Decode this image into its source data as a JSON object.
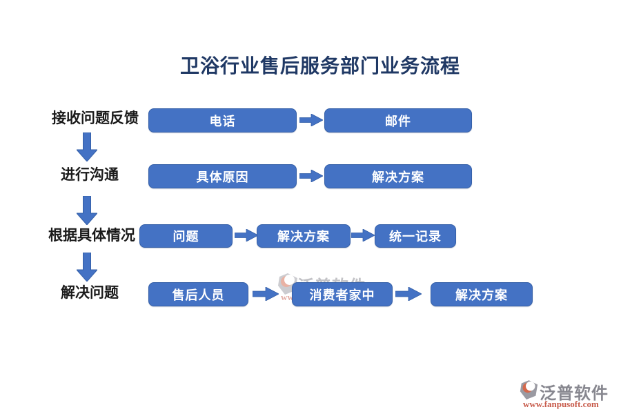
{
  "title": "卫浴行业售后服务部门业务流程",
  "flow": {
    "rows": [
      {
        "label": "接收问题反馈",
        "boxes": [
          "电话",
          "邮件"
        ]
      },
      {
        "label": "进行沟通",
        "boxes": [
          "具体原因",
          "解决方案"
        ]
      },
      {
        "label": "根据具体情况",
        "boxes": [
          "问题",
          "解决方案",
          "统一记录"
        ]
      },
      {
        "label": "解决问题",
        "boxes": [
          "售后人员",
          "消费者家中",
          "解决方案"
        ]
      }
    ]
  },
  "watermark": {
    "brand": "泛普软件",
    "url": "www.fanpusoft.com"
  },
  "footer_logo": {
    "brand": "泛普软件",
    "url": "www.fanpusoft.com"
  },
  "colors": {
    "box_fill": "#4472C4",
    "box_border": "#3560A8",
    "box_text": "#FFFFFF",
    "arrow_fill": "#4472C4",
    "title_text": "#1F3864",
    "label_text": "#1A1A1A",
    "brand_gray": "#87878F",
    "brand_red": "#C75B4B"
  },
  "icons": {
    "down_arrow": "block-down-arrow",
    "right_arrow": "block-right-arrow",
    "brand_logo": "fanpu-gem-logo"
  }
}
